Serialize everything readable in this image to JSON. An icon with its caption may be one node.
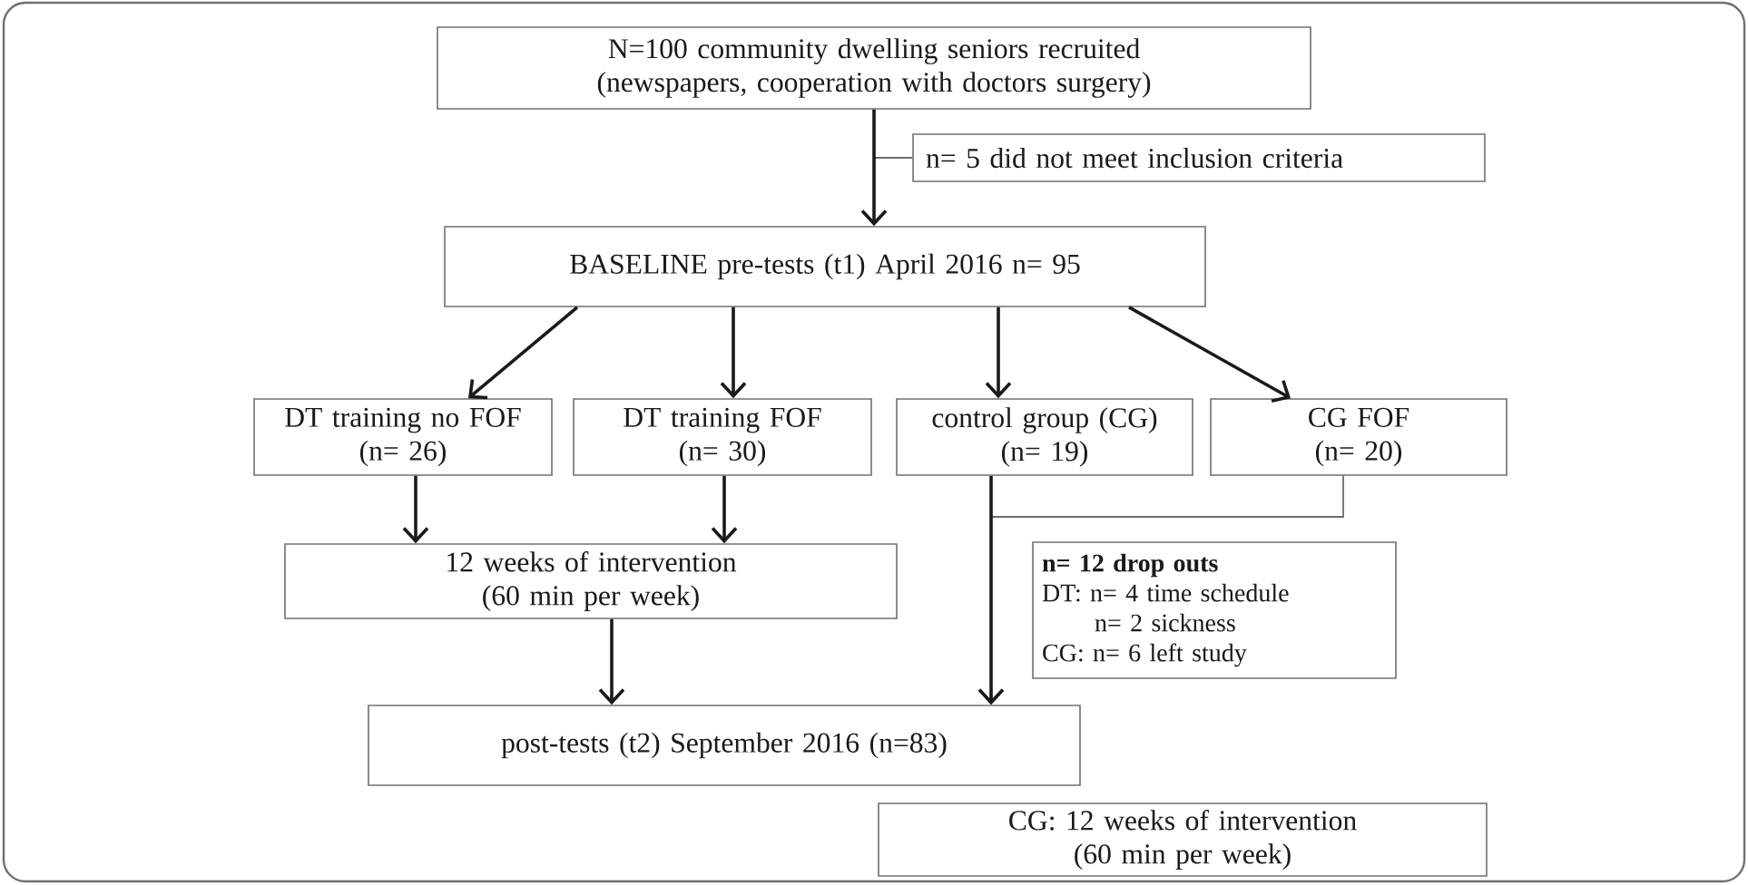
{
  "diagram": {
    "nodes": [
      {
        "text": [
          "N=100 community dwelling seniors recruited (newspapers, cooperation with doctors surgery)"
        ]
      },
      {
        "text": [
          "n= 5 did not meet inclusion criteria"
        ]
      },
      {
        "text": [
          "BASELINE pre-tests (t1) April 2016 n= 95"
        ]
      },
      {
        "text": [
          "DT training no FOF (n= 26)"
        ]
      },
      {
        "text": [
          "DT training FOF (n= 30)"
        ]
      },
      {
        "text": [
          "control group (CG) (n= 19)"
        ]
      },
      {
        "text": [
          "CG FOF (n= 20)"
        ]
      },
      {
        "text": [
          "12 weeks of intervention (60 min per week)"
        ]
      },
      {
        "text": [
          "n= 12 drop outs",
          "DT: n= 4 time schedule",
          "n= 2 sickness",
          "CG: n= 6 left study"
        ]
      },
      {
        "text": [
          "post-tests (t2) September 2016 (n=83)"
        ]
      },
      {
        "text": [
          "CG: 12 weeks of intervention (60 min per week)"
        ]
      }
    ],
    "edges": [
      {
        "from": 0,
        "to": 2,
        "arrow": "to"
      },
      {
        "from": 0,
        "to": 1,
        "arrow": "none",
        "color": "#6e6e6e"
      },
      {
        "from": 2,
        "to": 3,
        "arrow": "to"
      },
      {
        "from": 2,
        "to": 4,
        "arrow": "to"
      },
      {
        "from": 2,
        "to": 5,
        "arrow": "to"
      },
      {
        "from": 2,
        "to": 6,
        "arrow": "to"
      },
      {
        "from": 3,
        "to": 7,
        "arrow": "to"
      },
      {
        "from": 4,
        "to": 7,
        "arrow": "to"
      },
      {
        "from": 5,
        "to": 9,
        "arrow": "to"
      },
      {
        "from": 6,
        "to": 9,
        "arrow": "to",
        "color": "#6e6e6e"
      },
      {
        "from": 7,
        "to": 9,
        "arrow": "to"
      }
    ]
  }
}
